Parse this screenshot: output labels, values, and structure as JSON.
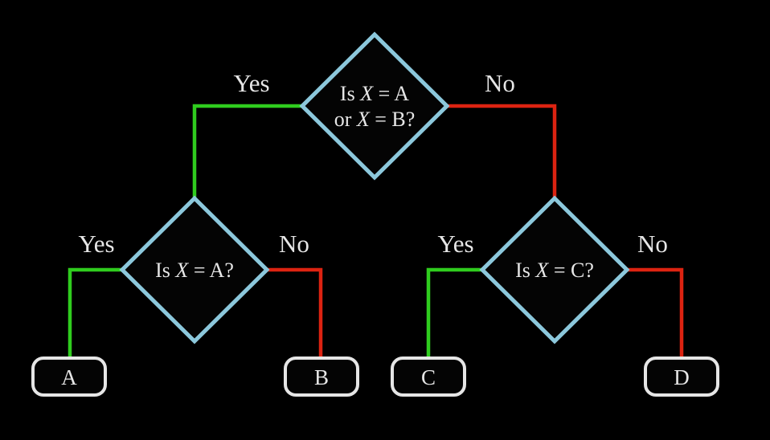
{
  "diagram": {
    "colors": {
      "background": "#000000",
      "yes_edge": "#2fcc1e",
      "no_edge": "#dc2311",
      "diamond_stroke": "#8cc8dc",
      "box_stroke": "#e6e6e6",
      "text": "#e6e6e6"
    },
    "root": {
      "question_line1": {
        "prefix": "Is ",
        "var": "X",
        "rest": " = A"
      },
      "question_line2": {
        "prefix": "or ",
        "var": "X",
        "rest": " = B?"
      },
      "yes_label": "Yes",
      "no_label": "No"
    },
    "left": {
      "question": {
        "prefix": "Is ",
        "var": "X",
        "rest": " = A?"
      },
      "yes_label": "Yes",
      "no_label": "No"
    },
    "right": {
      "question": {
        "prefix": "Is ",
        "var": "X",
        "rest": " = C?"
      },
      "yes_label": "Yes",
      "no_label": "No"
    },
    "leaves": {
      "a": "A",
      "b": "B",
      "c": "C",
      "d": "D"
    }
  }
}
